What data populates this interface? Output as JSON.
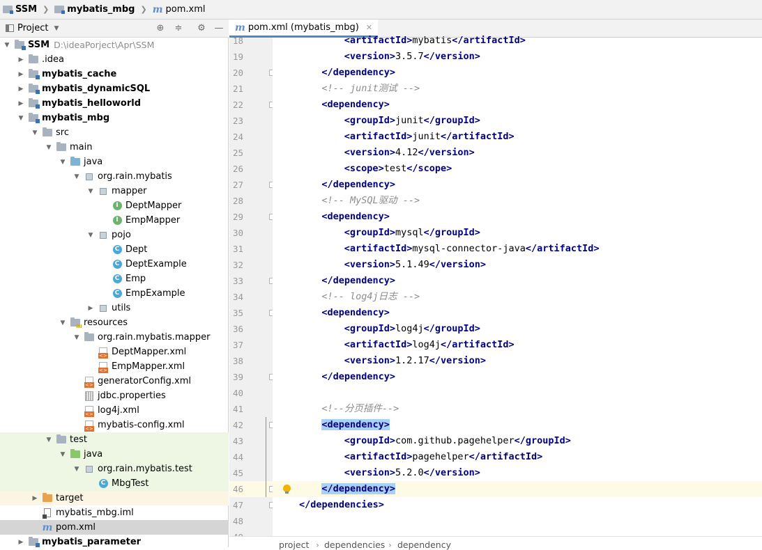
{
  "navbar": {
    "items": [
      "SSM",
      "mybatis_mbg",
      "pom.xml"
    ]
  },
  "project_panel": {
    "title": "Project",
    "icons": [
      "locate-icon",
      "collapse-icon",
      "settings-icon",
      "hide-icon"
    ]
  },
  "tree": [
    {
      "label": "SSM",
      "hint": "D:\\ideaPorject\\Apr\\SSM",
      "bold": true,
      "icon": "folder-module",
      "arrow": "down",
      "depth": 0
    },
    {
      "label": ".idea",
      "icon": "folder",
      "arrow": "right",
      "depth": 1
    },
    {
      "label": "mybatis_cache",
      "bold": true,
      "icon": "folder-module",
      "arrow": "right",
      "depth": 1
    },
    {
      "label": "mybatis_dynamicSQL",
      "bold": true,
      "icon": "folder-module",
      "arrow": "right",
      "depth": 1
    },
    {
      "label": "mybatis_helloworld",
      "bold": true,
      "icon": "folder-module",
      "arrow": "right",
      "depth": 1
    },
    {
      "label": "mybatis_mbg",
      "bold": true,
      "icon": "folder-module",
      "arrow": "down",
      "depth": 1
    },
    {
      "label": "src",
      "icon": "folder",
      "arrow": "down",
      "depth": 2
    },
    {
      "label": "main",
      "icon": "folder",
      "arrow": "down",
      "depth": 3
    },
    {
      "label": "java",
      "icon": "folder-source",
      "arrow": "down",
      "depth": 4
    },
    {
      "label": "org.rain.mybatis",
      "icon": "package",
      "arrow": "down",
      "depth": 5
    },
    {
      "label": "mapper",
      "icon": "package",
      "arrow": "down",
      "depth": 6
    },
    {
      "label": "DeptMapper",
      "icon": "interface",
      "depth": 7
    },
    {
      "label": "EmpMapper",
      "icon": "interface",
      "depth": 7
    },
    {
      "label": "pojo",
      "icon": "package",
      "arrow": "down",
      "depth": 6
    },
    {
      "label": "Dept",
      "icon": "class",
      "depth": 7
    },
    {
      "label": "DeptExample",
      "icon": "class",
      "depth": 7
    },
    {
      "label": "Emp",
      "icon": "class",
      "depth": 7
    },
    {
      "label": "EmpExample",
      "icon": "class",
      "depth": 7
    },
    {
      "label": "utils",
      "icon": "package",
      "arrow": "right",
      "depth": 6
    },
    {
      "label": "resources",
      "icon": "folder-resources",
      "arrow": "down",
      "depth": 4
    },
    {
      "label": "org.rain.mybatis.mapper",
      "icon": "folder",
      "arrow": "down",
      "depth": 5
    },
    {
      "label": "DeptMapper.xml",
      "icon": "xml",
      "depth": 6
    },
    {
      "label": "EmpMapper.xml",
      "icon": "xml",
      "depth": 6
    },
    {
      "label": "generatorConfig.xml",
      "icon": "xml",
      "depth": 5
    },
    {
      "label": "jdbc.properties",
      "icon": "properties",
      "depth": 5
    },
    {
      "label": "log4j.xml",
      "icon": "xml",
      "depth": 5
    },
    {
      "label": "mybatis-config.xml",
      "icon": "xml",
      "depth": 5
    },
    {
      "label": "test",
      "icon": "folder",
      "arrow": "down",
      "depth": 3,
      "bg": "test"
    },
    {
      "label": "java",
      "icon": "folder-test",
      "arrow": "down",
      "depth": 4,
      "bg": "test"
    },
    {
      "label": "org.rain.mybatis.test",
      "icon": "package",
      "arrow": "down",
      "depth": 5,
      "bg": "test"
    },
    {
      "label": "MbgTest",
      "icon": "class",
      "depth": 6,
      "bg": "test"
    },
    {
      "label": "target",
      "icon": "folder-excluded",
      "arrow": "right",
      "depth": 2,
      "bg": "excluded"
    },
    {
      "label": "mybatis_mbg.iml",
      "icon": "iml",
      "depth": 2
    },
    {
      "label": "pom.xml",
      "icon": "maven",
      "depth": 2,
      "selected": true
    },
    {
      "label": "mybatis_parameter",
      "bold": true,
      "icon": "folder-module",
      "arrow": "right",
      "depth": 1
    }
  ],
  "editor": {
    "tab_label": "pom.xml (mybatis_mbg)",
    "lines": [
      {
        "n": "18",
        "indent": 2,
        "parts": [
          [
            "tag",
            "<artifactId>"
          ],
          [
            "txt",
            "mybatis"
          ],
          [
            "tag",
            "</artifactId>"
          ]
        ]
      },
      {
        "n": "19",
        "indent": 2,
        "parts": [
          [
            "tag",
            "<version>"
          ],
          [
            "txt",
            "3.5.7"
          ],
          [
            "tag",
            "</version>"
          ]
        ]
      },
      {
        "n": "20",
        "indent": 1,
        "parts": [
          [
            "tag",
            "</dependency>"
          ]
        ],
        "fold": true
      },
      {
        "n": "21",
        "indent": 1,
        "parts": [
          [
            "cmt",
            "<!-- junit测试 -->"
          ]
        ]
      },
      {
        "n": "22",
        "indent": 1,
        "parts": [
          [
            "tag",
            "<dependency>"
          ]
        ],
        "fold": true
      },
      {
        "n": "23",
        "indent": 2,
        "parts": [
          [
            "tag",
            "<groupId>"
          ],
          [
            "txt",
            "junit"
          ],
          [
            "tag",
            "</groupId>"
          ]
        ]
      },
      {
        "n": "24",
        "indent": 2,
        "parts": [
          [
            "tag",
            "<artifactId>"
          ],
          [
            "txt",
            "junit"
          ],
          [
            "tag",
            "</artifactId>"
          ]
        ]
      },
      {
        "n": "25",
        "indent": 2,
        "parts": [
          [
            "tag",
            "<version>"
          ],
          [
            "txt",
            "4.12"
          ],
          [
            "tag",
            "</version>"
          ]
        ]
      },
      {
        "n": "26",
        "indent": 2,
        "parts": [
          [
            "tag",
            "<scope>"
          ],
          [
            "txt",
            "test"
          ],
          [
            "tag",
            "</scope>"
          ]
        ]
      },
      {
        "n": "27",
        "indent": 1,
        "parts": [
          [
            "tag",
            "</dependency>"
          ]
        ],
        "fold": true
      },
      {
        "n": "28",
        "indent": 1,
        "parts": [
          [
            "cmt",
            "<!-- MySQL驱动 -->"
          ]
        ]
      },
      {
        "n": "29",
        "indent": 1,
        "parts": [
          [
            "tag",
            "<dependency>"
          ]
        ],
        "fold": true
      },
      {
        "n": "30",
        "indent": 2,
        "parts": [
          [
            "tag",
            "<groupId>"
          ],
          [
            "txt",
            "mysql"
          ],
          [
            "tag",
            "</groupId>"
          ]
        ]
      },
      {
        "n": "31",
        "indent": 2,
        "parts": [
          [
            "tag",
            "<artifactId>"
          ],
          [
            "txt",
            "mysql-connector-java"
          ],
          [
            "tag",
            "</artifactId>"
          ]
        ]
      },
      {
        "n": "32",
        "indent": 2,
        "parts": [
          [
            "tag",
            "<version>"
          ],
          [
            "txt",
            "5.1.49"
          ],
          [
            "tag",
            "</version>"
          ]
        ]
      },
      {
        "n": "33",
        "indent": 1,
        "parts": [
          [
            "tag",
            "</dependency>"
          ]
        ],
        "fold": true
      },
      {
        "n": "34",
        "indent": 1,
        "parts": [
          [
            "cmt",
            "<!-- log4j日志 -->"
          ]
        ]
      },
      {
        "n": "35",
        "indent": 1,
        "parts": [
          [
            "tag",
            "<dependency>"
          ]
        ],
        "fold": true
      },
      {
        "n": "36",
        "indent": 2,
        "parts": [
          [
            "tag",
            "<groupId>"
          ],
          [
            "txt",
            "log4j"
          ],
          [
            "tag",
            "</groupId>"
          ]
        ]
      },
      {
        "n": "37",
        "indent": 2,
        "parts": [
          [
            "tag",
            "<artifactId>"
          ],
          [
            "txt",
            "log4j"
          ],
          [
            "tag",
            "</artifactId>"
          ]
        ]
      },
      {
        "n": "38",
        "indent": 2,
        "parts": [
          [
            "tag",
            "<version>"
          ],
          [
            "txt",
            "1.2.17"
          ],
          [
            "tag",
            "</version>"
          ]
        ]
      },
      {
        "n": "39",
        "indent": 1,
        "parts": [
          [
            "tag",
            "</dependency>"
          ]
        ],
        "fold": true
      },
      {
        "n": "40",
        "indent": 0,
        "parts": []
      },
      {
        "n": "41",
        "indent": 1,
        "parts": [
          [
            "cmt",
            "<!--分页插件-->"
          ]
        ]
      },
      {
        "n": "42",
        "indent": 1,
        "parts": [
          [
            "tag hl",
            "<dependency>"
          ]
        ],
        "fold": true
      },
      {
        "n": "43",
        "indent": 2,
        "parts": [
          [
            "tag",
            "<groupId>"
          ],
          [
            "txt",
            "com.github.pagehelper"
          ],
          [
            "tag",
            "</groupId>"
          ]
        ]
      },
      {
        "n": "44",
        "indent": 2,
        "parts": [
          [
            "tag",
            "<artifactId>"
          ],
          [
            "txt",
            "pagehelper"
          ],
          [
            "tag",
            "</artifactId>"
          ]
        ]
      },
      {
        "n": "45",
        "indent": 2,
        "parts": [
          [
            "tag",
            "<version>"
          ],
          [
            "txt",
            "5.2.0"
          ],
          [
            "tag",
            "</version>"
          ]
        ]
      },
      {
        "n": "46",
        "indent": 1,
        "parts": [
          [
            "tag hl",
            "</dependency>"
          ]
        ],
        "fold": true,
        "current": true
      },
      {
        "n": "47",
        "indent": 0,
        "parts": [
          [
            "tag",
            "</dependencies>"
          ]
        ],
        "fold": true
      },
      {
        "n": "48",
        "indent": 0,
        "parts": []
      },
      {
        "n": "49",
        "indent": 0,
        "parts": []
      }
    ]
  },
  "status_crumb": [
    "project",
    "dependencies",
    "dependency"
  ]
}
